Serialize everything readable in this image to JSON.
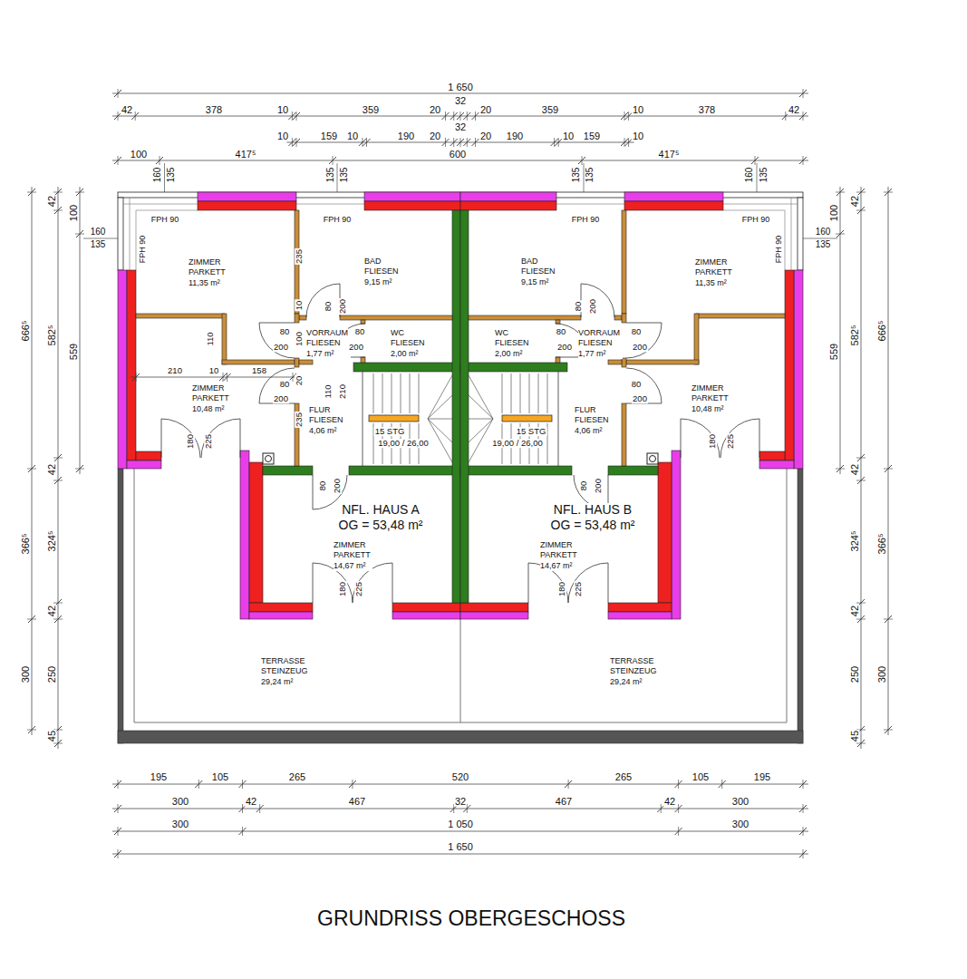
{
  "diagram": {
    "caption": "GRUNDRISS OBERGESCHOSS",
    "nodes": [
      {
        "text": [
          "ZIMMER PARKETT",
          "11,35 m²"
        ]
      },
      {
        "text": [
          "BAD FLIESEN",
          "9,15 m²"
        ]
      },
      {
        "text": [
          "BAD FLIESEN",
          "9,15 m²"
        ]
      },
      {
        "text": [
          "ZIMMER PARKETT",
          "11,35 m²"
        ]
      },
      {
        "text": [
          "VORRAUM FLIESEN",
          "1,77 m²"
        ]
      },
      {
        "text": [
          "WC FLIESEN",
          "2,00 m²"
        ]
      },
      {
        "text": [
          "WC FLIESEN",
          "2,00 m²"
        ]
      },
      {
        "text": [
          "VORRAUM FLIESEN",
          "1,77 m²"
        ]
      },
      {
        "text": [
          "ZIMMER PARKETT",
          "10,48 m²"
        ]
      },
      {
        "text": [
          "FLUR FLIESEN",
          "4,06 m²"
        ]
      },
      {
        "text": [
          "FLUR FLIESEN",
          "4,06 m²"
        ]
      },
      {
        "text": [
          "ZIMMER PARKETT",
          "10,48 m²"
        ]
      },
      {
        "text": [
          "ZIMMER PARKETT",
          "14,67 m²"
        ]
      },
      {
        "text": [
          "ZIMMER PARKETT",
          "14,67 m²"
        ]
      },
      {
        "text": [
          "TERRASSE STEINZEUG",
          "29,24 m²"
        ]
      },
      {
        "text": [
          "TERRASSE STEINZEUG",
          "29,24 m²"
        ]
      }
    ],
    "labels": [
      "1 650",
      "42",
      "378",
      "10",
      "359",
      "20",
      "32",
      "20",
      "359",
      "10",
      "378",
      "42",
      "10",
      "159",
      "10",
      "190",
      "20",
      "32",
      "20",
      "190",
      "10",
      "159",
      "10",
      "100",
      "417⁵",
      "600",
      "417⁵",
      "160",
      "135",
      "135",
      "135",
      "135",
      "135",
      "160",
      "135",
      "160",
      "135",
      "160",
      "135",
      "FPH 90",
      "FPH 90",
      "FPH 90",
      "FPH 90",
      "FPH 90",
      "FPH 90",
      "42",
      "100",
      "666⁵",
      "582⁵",
      "559",
      "42",
      "366⁵",
      "324⁵",
      "42",
      "300",
      "250",
      "45",
      "42",
      "100",
      "666⁵",
      "582⁵",
      "559",
      "42",
      "366⁵",
      "324⁵",
      "42",
      "300",
      "250",
      "45",
      "195",
      "105",
      "265",
      "520",
      "265",
      "105",
      "195",
      "300",
      "42",
      "467",
      "32",
      "467",
      "42",
      "300",
      "300",
      "1 050",
      "300",
      "1 650",
      "235",
      "10",
      "80",
      "200",
      "110",
      "80",
      "200",
      "100",
      "80",
      "200",
      "210",
      "10",
      "158",
      "80",
      "200",
      "20",
      "110",
      "210",
      "235",
      "180",
      "225",
      "80",
      "200",
      "180",
      "225",
      "15 STG",
      "19,00 / 26,00",
      "NFL. HAUS A",
      "OG = 53,48 m²",
      "80",
      "200",
      "80",
      "200",
      "80",
      "200",
      "80",
      "200",
      "180",
      "225",
      "80",
      "200",
      "180",
      "225",
      "15 STG",
      "19,00 / 26,00",
      "NFL. HAUS B",
      "OG = 53,48 m²"
    ]
  }
}
